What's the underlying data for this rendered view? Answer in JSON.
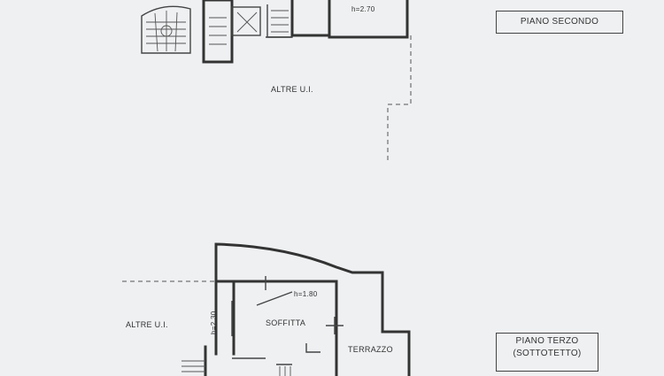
{
  "floors": {
    "second": {
      "title": "PIANO SECONDO",
      "others_label": "ALTRE U.I.",
      "height_label": "h=2.70"
    },
    "third": {
      "title_line1": "PIANO TERZO",
      "title_line2": "(SOTTOTETTO)",
      "others_label": "ALTRE U.I.",
      "attic_label": "SOFFITTA",
      "terrace_label": "TERRAZZO",
      "height_label": "h=1.80",
      "height_label_vertical": "h=2.30"
    }
  }
}
